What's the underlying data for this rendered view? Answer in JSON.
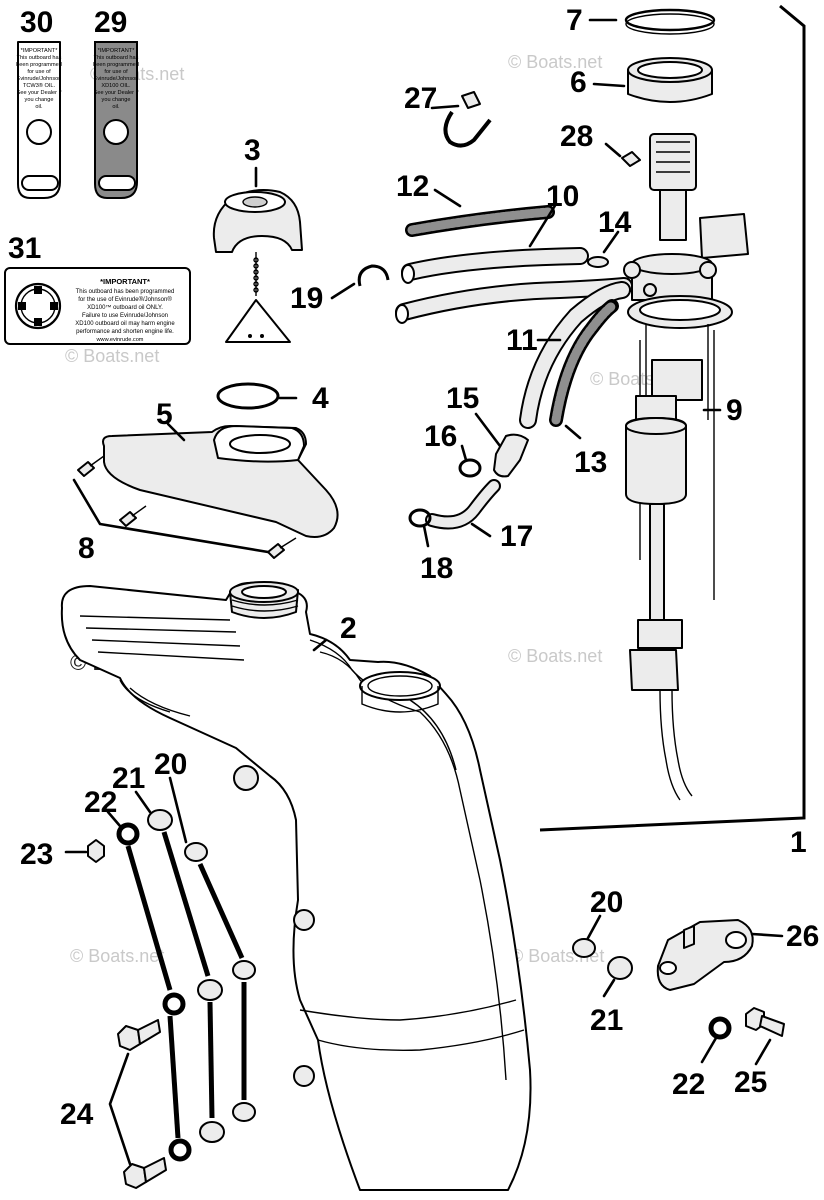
{
  "watermarks": {
    "copyright": "© Boats.net"
  },
  "decals": {
    "decal_30": {
      "lines": [
        "*IMPORTANT*",
        "This outboard has",
        "been programmed",
        "for use of",
        "Evinrude/Johnson",
        "TCW3® OIL.",
        "See your Dealer if",
        "you change",
        "oil."
      ]
    },
    "decal_29": {
      "lines": [
        "*IMPORTANT*",
        "This outboard has",
        "been programmed",
        "for use of",
        "Evinrude/Johnson",
        "XD100 OIL.",
        "See your Dealer if",
        "you change",
        "oil."
      ]
    },
    "decal_31": {
      "title": "*IMPORTANT*",
      "lines": [
        "This outboard has been programmed",
        "for the use of Evinrude®/Johnson®",
        "XD100™ outboard oil ONLY.",
        "Failure to use Evinrude/Johnson",
        "XD100 outboard oil may harm engine",
        "performance and shorten engine life.",
        "www.evinrude.com"
      ]
    }
  },
  "parts": [
    {
      "number": "1"
    },
    {
      "number": "2"
    },
    {
      "number": "3"
    },
    {
      "number": "4"
    },
    {
      "number": "5"
    },
    {
      "number": "6"
    },
    {
      "number": "7"
    },
    {
      "number": "8"
    },
    {
      "number": "9"
    },
    {
      "number": "10"
    },
    {
      "number": "11"
    },
    {
      "number": "12"
    },
    {
      "number": "13"
    },
    {
      "number": "14"
    },
    {
      "number": "15"
    },
    {
      "number": "16"
    },
    {
      "number": "17"
    },
    {
      "number": "18"
    },
    {
      "number": "19"
    },
    {
      "number": "20"
    },
    {
      "number": "21"
    },
    {
      "number": "22"
    },
    {
      "number": "23"
    },
    {
      "number": "24"
    },
    {
      "number": "25"
    },
    {
      "number": "26"
    },
    {
      "number": "27"
    },
    {
      "number": "28"
    },
    {
      "number": "29"
    },
    {
      "number": "30"
    },
    {
      "number": "31"
    }
  ],
  "callouts": {
    "p1": "1",
    "p2": "2",
    "p3": "3",
    "p4": "4",
    "p5": "5",
    "p6": "6",
    "p7": "7",
    "p8": "8",
    "p9": "9",
    "p10": "10",
    "p11": "11",
    "p12": "12",
    "p13": "13",
    "p14": "14",
    "p15": "15",
    "p16": "16",
    "p17": "17",
    "p18": "18",
    "p19": "19",
    "p20a": "20",
    "p20b": "20",
    "p21a": "21",
    "p21b": "21",
    "p22a": "22",
    "p22b": "22",
    "p23": "23",
    "p24": "24",
    "p25": "25",
    "p26": "26",
    "p27": "27",
    "p28": "28",
    "p29": "29",
    "p30": "30",
    "p31": "31"
  }
}
